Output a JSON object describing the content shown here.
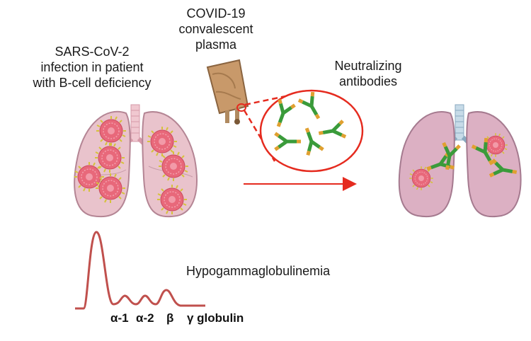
{
  "labels": {
    "infection": [
      "SARS-CoV-2",
      "infection in patient",
      "with B-cell deficiency"
    ],
    "plasma": [
      "COVID-19",
      "convalescent",
      "plasma"
    ],
    "antibodies": [
      "Neutralizing",
      "antibodies"
    ],
    "hypo": "Hypogammaglobulinemia"
  },
  "electrophoresis_axis": [
    "α-1",
    "α-2",
    "β",
    "γ globulin"
  ],
  "colors": {
    "arrow": "#e52b1f",
    "trace": "#c0504d",
    "lung_fill": "#e9c3cc",
    "lung_fill_right": "#dcb0c3",
    "virus": "#e8687a",
    "spike": "#d6c23a",
    "antibody_green": "#3a9b3a",
    "antibody_orange": "#e0a030",
    "bag": "#c8996a"
  }
}
